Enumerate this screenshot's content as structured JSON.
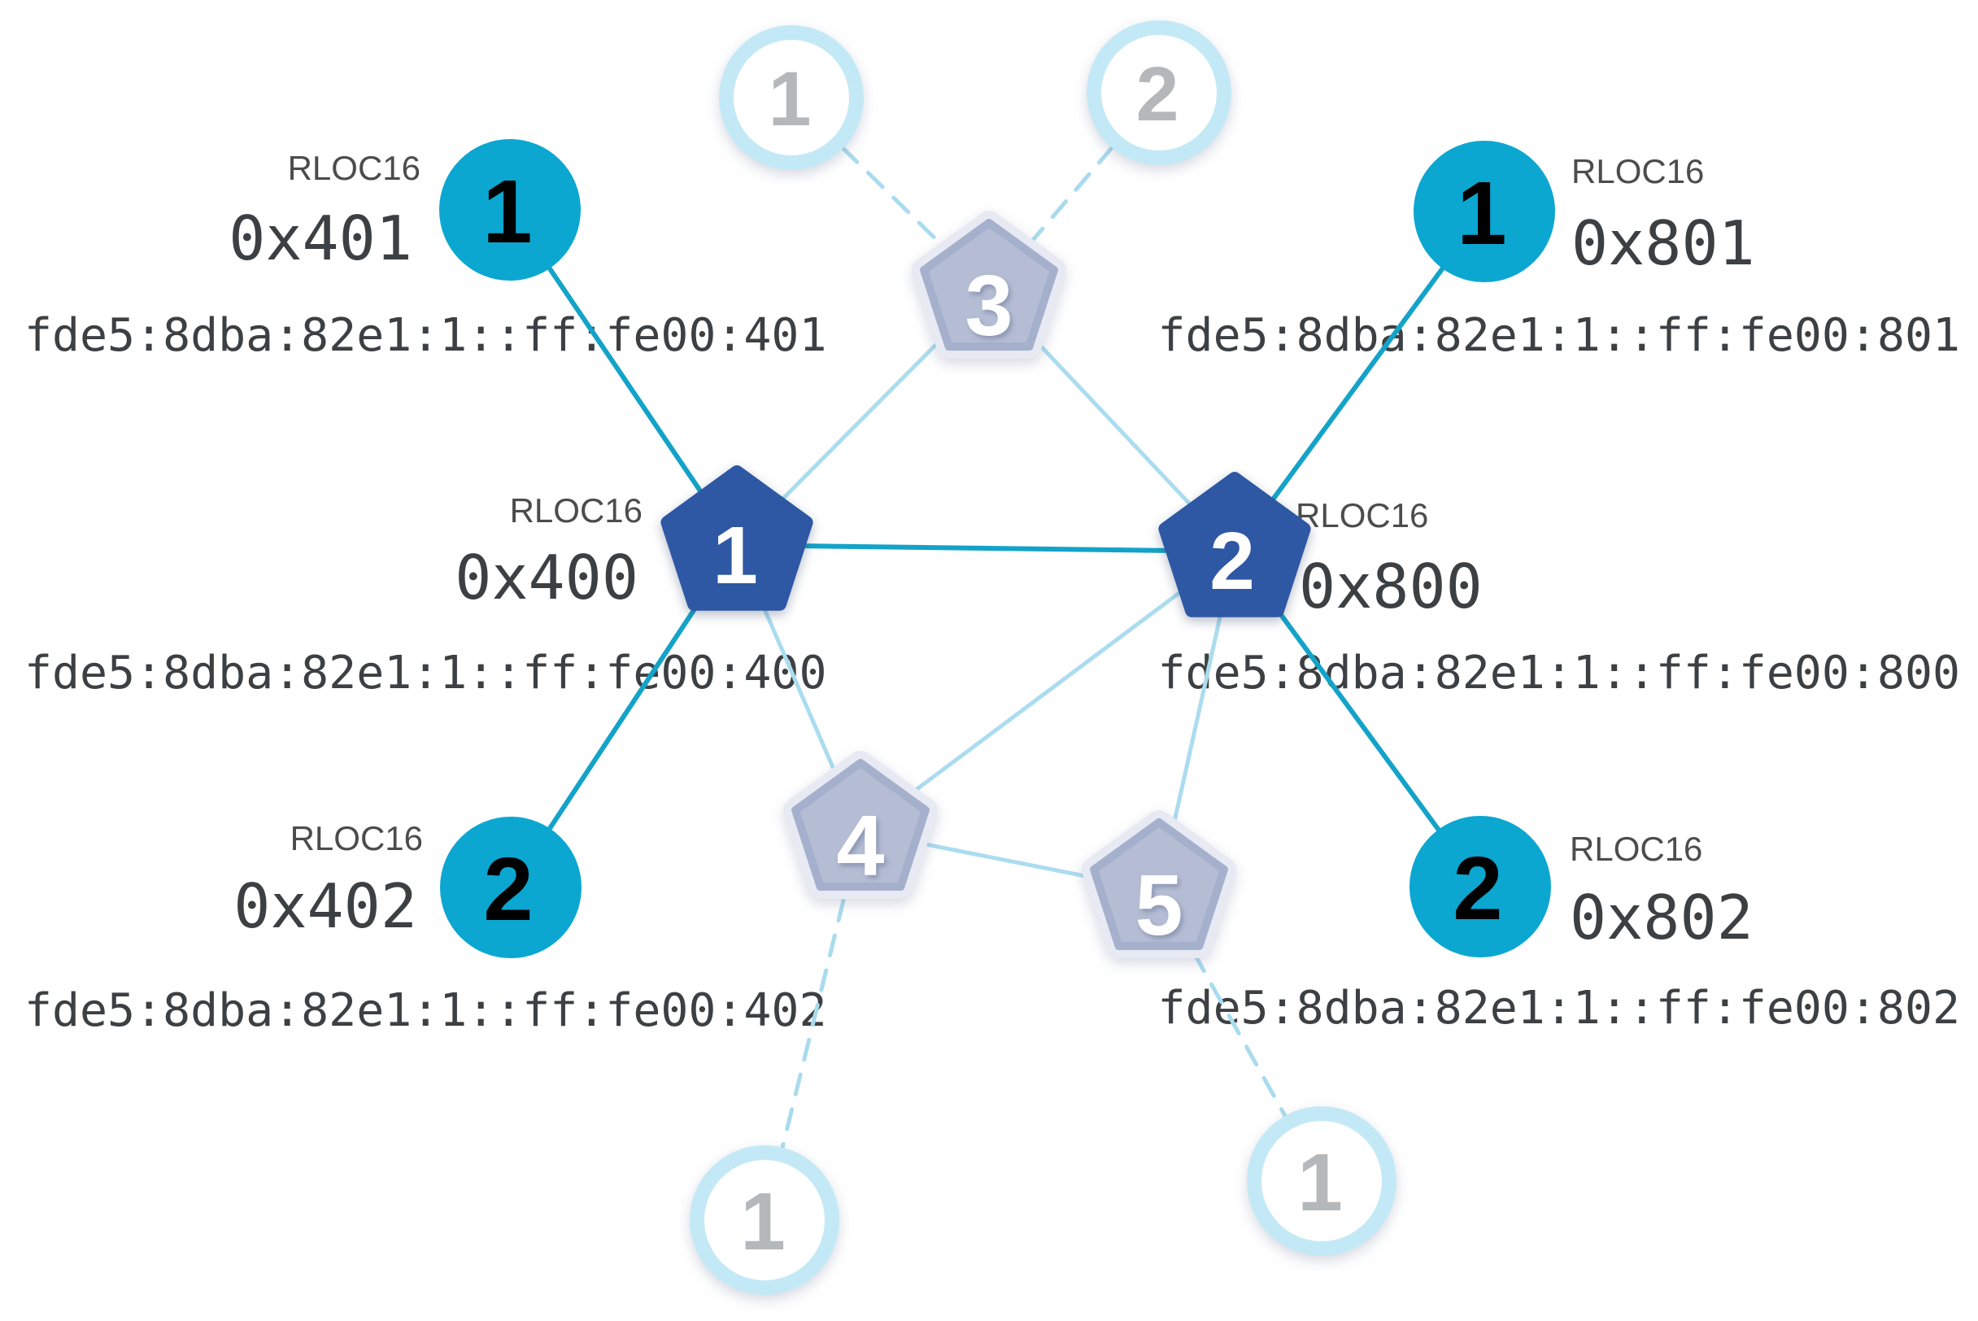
{
  "labels": {
    "rloc16": "RLOC16"
  },
  "nodes": {
    "router1": {
      "number": "1",
      "rloc": "0x400",
      "ipv6": "fde5:8dba:82e1:1::ff:fe00:400"
    },
    "router2": {
      "number": "2",
      "rloc": "0x800",
      "ipv6": "fde5:8dba:82e1:1::ff:fe00:800"
    },
    "child401": {
      "number": "1",
      "rloc": "0x401",
      "ipv6": "fde5:8dba:82e1:1::ff:fe00:401"
    },
    "child402": {
      "number": "2",
      "rloc": "0x402",
      "ipv6": "fde5:8dba:82e1:1::ff:fe00:402"
    },
    "child801": {
      "number": "1",
      "rloc": "0x801",
      "ipv6": "fde5:8dba:82e1:1::ff:fe00:801"
    },
    "child802": {
      "number": "2",
      "rloc": "0x802",
      "ipv6": "fde5:8dba:82e1:1::ff:fe00:802"
    },
    "fadedRouter3": {
      "number": "3"
    },
    "fadedRouter4": {
      "number": "4"
    },
    "fadedRouter5": {
      "number": "5"
    },
    "fadedChildTop1": {
      "number": "1"
    },
    "fadedChildTop2": {
      "number": "2"
    },
    "fadedChildBottomLeft": {
      "number": "1"
    },
    "fadedChildBottomRight": {
      "number": "1"
    }
  },
  "colors": {
    "router_blue": "#2e57a4",
    "child_teal": "#0ba7d1",
    "link_teal": "#14a3c8",
    "link_light": "#abdcef",
    "link_dashed": "#a9dbee",
    "faded_pentagon_fill": "#b4bdd3",
    "faded_pentagon_border": "#a5b0cc",
    "faded_pentagon_halo": "#e7eaf3",
    "faded_circle_ring": "#c4e9f6",
    "faded_number_gray": "#b5b8ba",
    "label_gray": "#4c4c4c",
    "mono_text": "#3c4043",
    "background": "#ffffff"
  }
}
